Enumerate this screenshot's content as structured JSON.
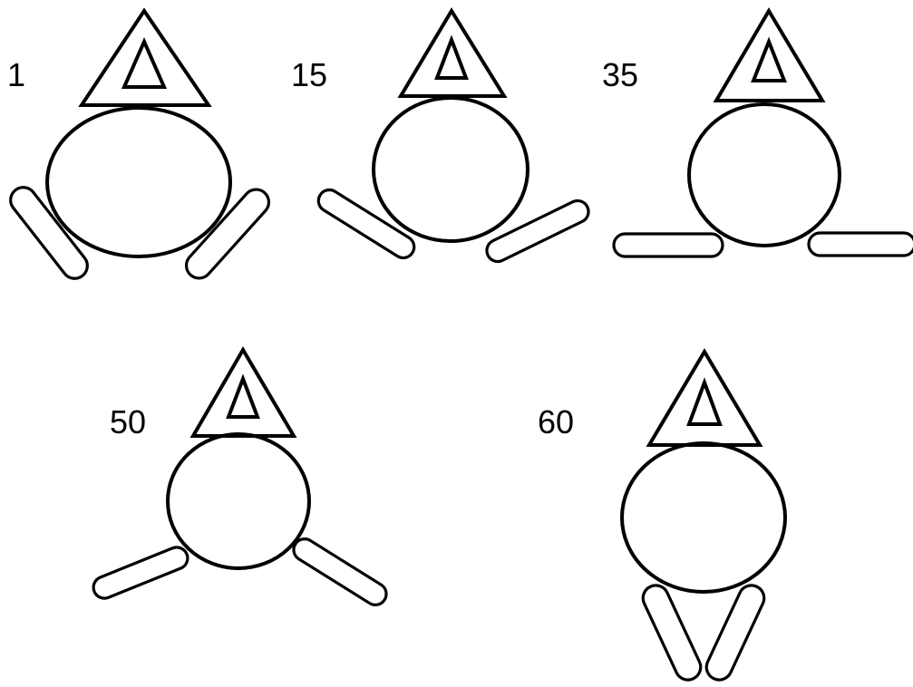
{
  "figures": [
    {
      "label": "1"
    },
    {
      "label": "15"
    },
    {
      "label": "35"
    },
    {
      "label": "50"
    },
    {
      "label": "60"
    }
  ],
  "colors": {
    "stroke": "#000000",
    "background": "#ffffff"
  }
}
